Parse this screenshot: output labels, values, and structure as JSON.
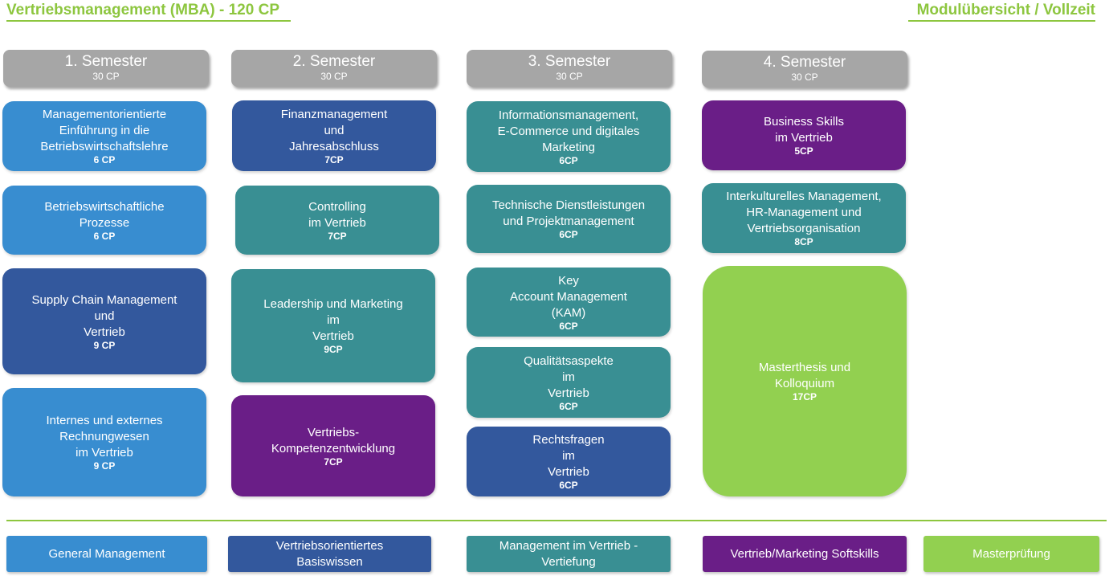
{
  "header": {
    "program_title": "Vertriebsmanagement (MBA) - 120 CP",
    "overview_title": "Modulübersicht / Vollzeit"
  },
  "semesters": [
    {
      "label": "1.  Semester",
      "cp": "30 CP"
    },
    {
      "label": "2. Semester",
      "cp": "30 CP"
    },
    {
      "label": "3. Semester",
      "cp": "30 CP"
    },
    {
      "label": "4. Semester",
      "cp": "30 CP"
    }
  ],
  "modules": {
    "s1": [
      {
        "title": "Managementorientierte\nEinführung in die\nBetriebswirtschaftslehre",
        "cp": "6 CP"
      },
      {
        "title": "Betriebswirtschaftliche\nProzesse",
        "cp": "6 CP"
      },
      {
        "title": "Supply Chain Management\nund\nVertrieb",
        "cp": "9 CP"
      },
      {
        "title": "Internes und externes\nRechnungwesen\nim Vertrieb",
        "cp": "9 CP"
      }
    ],
    "s2": [
      {
        "title": "Finanzmanagement\nund\nJahresabschluss",
        "cp": "7CP"
      },
      {
        "title": "Controlling\nim Vertrieb",
        "cp": "7CP"
      },
      {
        "title": "Leadership und Marketing\nim\nVertrieb",
        "cp": "9CP"
      },
      {
        "title": "Vertriebs-\nKompetenzentwicklung",
        "cp": "7CP"
      }
    ],
    "s3": [
      {
        "title": "Informationsmanagement,\nE-Commerce und digitales\nMarketing",
        "cp": "6CP"
      },
      {
        "title": "Technische Dienstleistungen\nund Projektmanagement",
        "cp": "6CP"
      },
      {
        "title": "Key\nAccount Management\n(KAM)",
        "cp": "6CP"
      },
      {
        "title": "Qualitätsaspekte\nim\nVertrieb",
        "cp": "6CP"
      },
      {
        "title": "Rechtsfragen\nim\nVertrieb",
        "cp": "6CP"
      }
    ],
    "s4": [
      {
        "title": "Business Skills\nim Vertrieb",
        "cp": "5CP"
      },
      {
        "title": "Interkulturelles Management,\nHR-Management und\nVertriebsorganisation",
        "cp": "8CP"
      },
      {
        "title": "Masterthesis und\nKolloquium",
        "cp": "17CP"
      }
    ]
  },
  "legend": [
    {
      "label": "General Management",
      "color": "#388dd0"
    },
    {
      "label": "Vertriebsorientiertes\nBasiswissen",
      "color": "#33589d"
    },
    {
      "label": "Management im Vertrieb -\nVertiefung",
      "color": "#398f93"
    },
    {
      "label": "Vertrieb/Marketing Softskills",
      "color": "#6a1e87"
    },
    {
      "label": "Masterprüfung",
      "color": "#92d050"
    }
  ]
}
